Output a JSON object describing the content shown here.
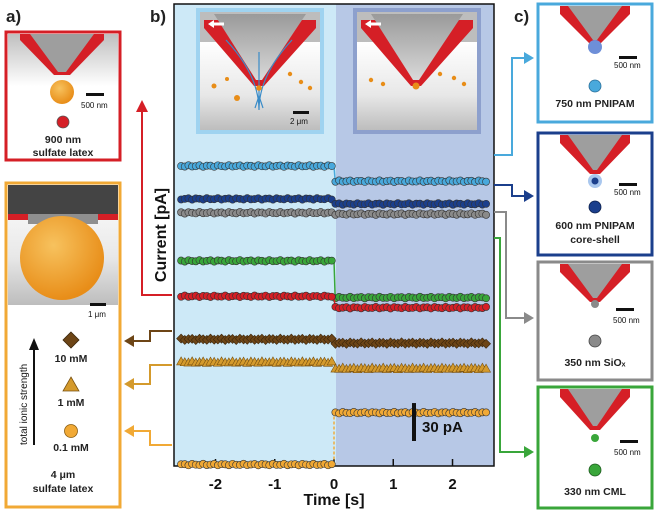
{
  "panel_labels": {
    "a": "a)",
    "b": "b)",
    "c": "c)"
  },
  "chart_data": {
    "type": "scatter",
    "xlabel": "Time [s]",
    "ylabel": "Current [pA]",
    "xlim": [
      -2.7,
      2.7
    ],
    "x_ticks": [
      -2,
      -1,
      0,
      1,
      2
    ],
    "x_tick_labels": [
      "-2",
      "-1",
      "0",
      "1",
      "2"
    ],
    "scale_bar_label": "30 pA",
    "scale_bar_pA": 30,
    "shading": {
      "before": "#cde9f7",
      "after": "#b7c8e6"
    },
    "series": [
      {
        "id": "pnipam750",
        "color": "#49a9dc",
        "marker": "circle",
        "before": 0,
        "after": 12
      },
      {
        "id": "pnipam600",
        "color": "#1b3f8c",
        "marker": "circle",
        "before": 26,
        "after": 30
      },
      {
        "id": "sio2",
        "color": "#8a8a8a",
        "marker": "circle",
        "before": 37,
        "after": 38
      },
      {
        "id": "cml",
        "color": "#39a63a",
        "marker": "circle",
        "before": 75,
        "after": 104
      },
      {
        "id": "sulfate900",
        "color": "#d51f26",
        "marker": "circle",
        "before": 103,
        "after": 112
      },
      {
        "id": "ionic10",
        "color": "#6d4516",
        "marker": "diamond",
        "before": 137,
        "after": 140
      },
      {
        "id": "ionic1",
        "color": "#d49a2c",
        "marker": "triangle",
        "before": 155,
        "after": 160
      },
      {
        "id": "ionic01",
        "color": "#f1a935",
        "marker": "circle",
        "before": 236,
        "after": 195
      }
    ]
  },
  "panel_a": {
    "top": {
      "scale": "500 nm",
      "size": "900 nm",
      "material": "sulfate latex"
    },
    "bottom": {
      "scale": "1 μm",
      "axis_label": "total ionic strength",
      "levels": [
        "10 mM",
        "1 mM",
        "0.1 mM"
      ],
      "size": "4 μm",
      "material": "sulfate latex"
    }
  },
  "insets": {
    "scale": "2 μm"
  },
  "panel_c": [
    {
      "scale": "500 nm",
      "label": "750 nm PNIPAM",
      "label2": ""
    },
    {
      "scale": "500 nm",
      "label": "600 nm PNIPAM",
      "label2": "core-shell"
    },
    {
      "scale": "500 nm",
      "label": "350 nm SiOₓ",
      "label2": ""
    },
    {
      "scale": "500 nm",
      "label": "330 nm CML",
      "label2": ""
    }
  ],
  "colors": {
    "red": "#d51f26",
    "orange": "#f1a935",
    "lightblue": "#49a9dc",
    "navy": "#1b3f8c",
    "gray": "#8a8a8a",
    "green": "#39a63a",
    "brown": "#6d4516"
  }
}
